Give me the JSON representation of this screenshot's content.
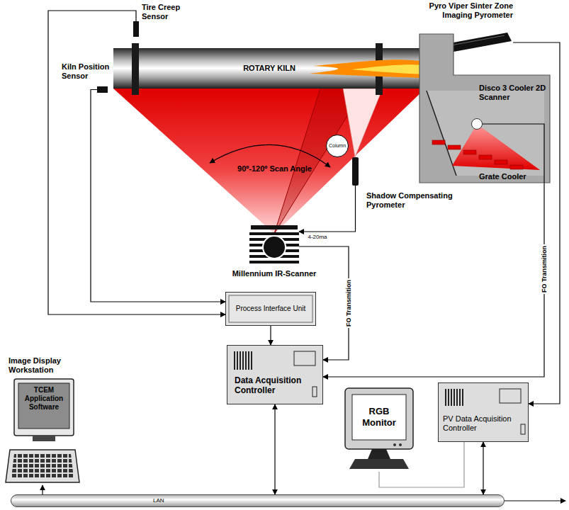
{
  "diagram": {
    "nodes": [
      {
        "text": [
          "Tire Creep Sensor"
        ]
      },
      {
        "text": [
          "Kiln Position Sensor"
        ]
      },
      {
        "text": [
          "ROTARY KILN"
        ]
      },
      {
        "text": [
          "Pyro Viper Sinter Zone Imaging Pyrometer"
        ]
      },
      {
        "text": [
          "Grate Cooler"
        ]
      },
      {
        "text": [
          "Disco 3 Cooler 2D Scanner"
        ],
        "in": 4
      },
      {
        "text": [
          "Column"
        ]
      },
      {
        "text": [
          "Shadow Compensating Pyrometer"
        ]
      },
      {
        "text": [
          "Millennium IR-Scanner"
        ]
      },
      {
        "text": [
          "Process Interface Unit"
        ]
      },
      {
        "text": [
          "Image Display Workstation",
          "TCEM Application Software"
        ]
      },
      {
        "text": [
          "Data Acquisition Controller"
        ]
      },
      {
        "text": [
          "RGB Monitor"
        ]
      },
      {
        "text": [
          "PV Data Acquisition Controller"
        ]
      },
      {
        "text": [
          "LAN"
        ]
      }
    ],
    "edges": [
      {
        "from": 0,
        "to": 9,
        "arrow": "to"
      },
      {
        "from": 1,
        "to": 9,
        "arrow": "to"
      },
      {
        "from": 9,
        "to": 11,
        "arrow": "to"
      },
      {
        "from": 8,
        "to": 11,
        "arrow": "to",
        "label": "FO Transmition"
      },
      {
        "from": 7,
        "to": 8,
        "arrow": "to",
        "label": "4-20ma"
      },
      {
        "from": 5,
        "to": 11,
        "arrow": "to",
        "label": "FO Transmition"
      },
      {
        "from": 3,
        "to": 13,
        "arrow": "to"
      },
      {
        "from": 11,
        "to": 14,
        "arrow": "both"
      },
      {
        "from": 13,
        "to": 14,
        "arrow": "both"
      },
      {
        "from": 14,
        "to": 10,
        "arrow": "to"
      },
      {
        "from": 12,
        "to": 13,
        "arrow": "none"
      }
    ],
    "labels": [
      "90º-120º Scan Angle"
    ]
  }
}
